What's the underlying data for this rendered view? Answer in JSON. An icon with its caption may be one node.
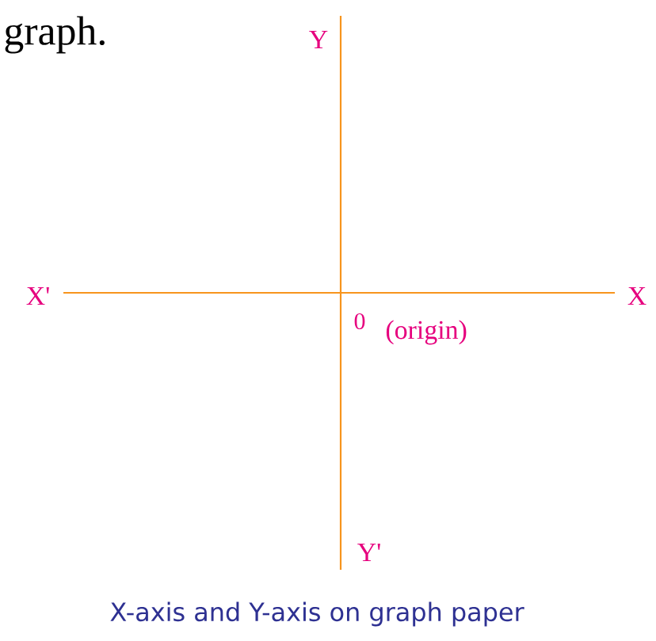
{
  "diagram": {
    "caption": "X-axis and Y-axis on graph paper",
    "labels": [
      "graph.",
      "Y",
      "X'",
      "X",
      "0",
      "(origin)",
      "Y'"
    ]
  }
}
